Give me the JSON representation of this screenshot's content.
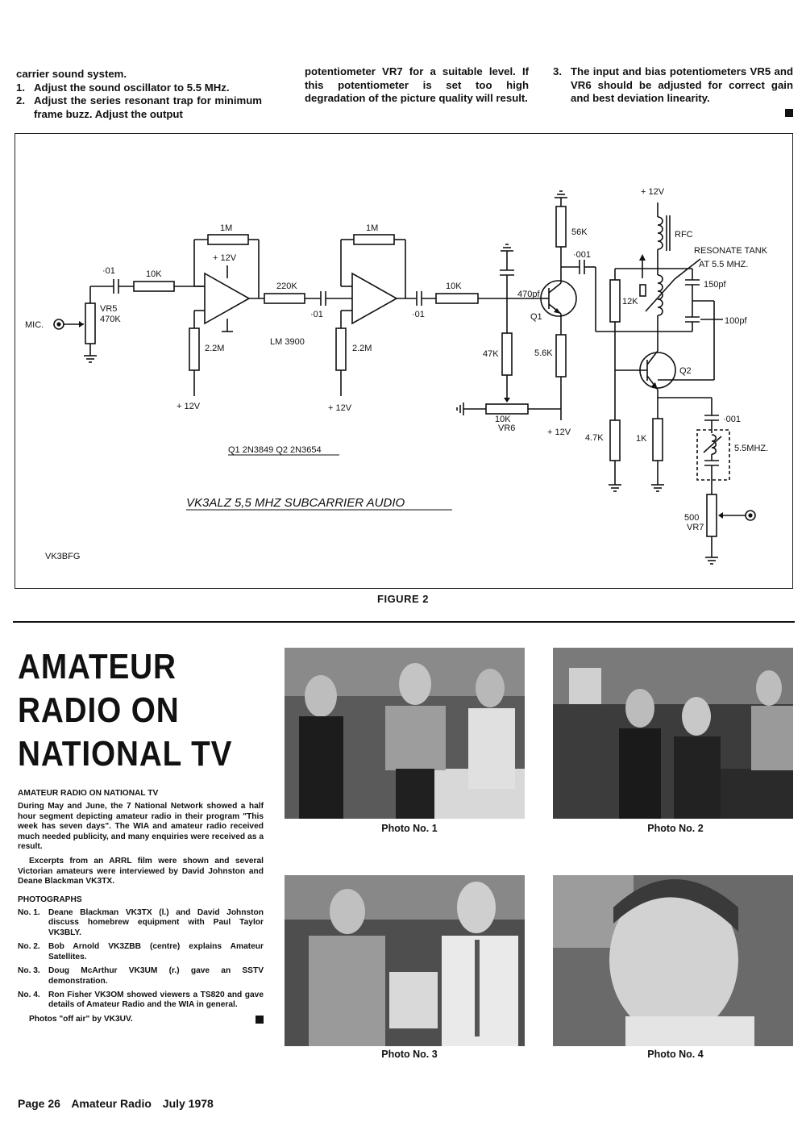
{
  "top_text": {
    "col1": {
      "line0": "carrier sound system.",
      "items": [
        {
          "n": "1.",
          "text": "Adjust the sound oscillator to 5.5 MHz."
        },
        {
          "n": "2.",
          "text": "Adjust the series resonant trap for minimum frame buzz. Adjust the output"
        }
      ]
    },
    "col2": "potentiometer VR7 for a suitable level. If this potentiometer is set too high degradation of the picture quality will result.",
    "col3": {
      "n": "3.",
      "text": "The input and bias potentiometers VR5 and VR6 should be adjusted for correct gain and best deviation linearity."
    }
  },
  "figure": {
    "caption": "FIGURE 2",
    "title": "VK3ALZ 5,5 MHZ  SUBCARRIER AUDIO",
    "credit": "VK3BFG",
    "transistors": "Q1  2N3849   Q2  2N3654",
    "labels": {
      "mic": "MIC.",
      "vr5": "VR5",
      "vr5_val": "470K",
      "c1": "·01",
      "r10k_a": "10K",
      "r1m_a": "1M",
      "v12_a": "+ 12V",
      "r2m2_a": "2.2M",
      "v12_b": "+ 12V",
      "r220k": "220K",
      "c2": "·01",
      "lm3900": "LM 3900",
      "r1m_b": "1M",
      "r2m2_b": "2.2M",
      "v12_c": "+ 12V",
      "c3": "·01",
      "r10k_b": "10K",
      "c470": "470pf",
      "r47k": "47K",
      "r10k_vr6": "10K",
      "vr6": "VR6",
      "r56k": "56K",
      "q1": "Q1",
      "r5k6": "5.6K",
      "v12_d": "+ 12V",
      "c001_a": "·001",
      "v12_top": "+ 12V",
      "rfc": "RFC",
      "resonate": "RESONATE TANK",
      "resonate2": "AT  5.5 MHZ.",
      "c150": "150pf",
      "c100": "100pf",
      "r12k": "12K",
      "q2": "Q2",
      "r4k7": "4.7K",
      "r1k": "1K",
      "c001_b": "·001",
      "l55": "5.5MHZ.",
      "r500": "500",
      "vr7": "VR7"
    }
  },
  "article": {
    "big_title": [
      "AMATEUR",
      "RADIO ON",
      "NATIONAL TV"
    ],
    "heading": "AMATEUR RADIO ON NATIONAL TV",
    "para1": "During May and June, the 7 National Network showed a half hour segment depicting amateur radio in their program \"This week has seven days\". The WIA and amateur radio received much needed publicity, and many enquiries were received as a result.",
    "para2": "Excerpts from an ARRL film were shown and several Victorian amateurs were interviewed by David Johnston and Deane Blackman VK3TX.",
    "photos_heading": "PHOTOGRAPHS",
    "photos": [
      {
        "n": "No. 1.",
        "text": "Deane Blackman VK3TX (l.) and David Johnston discuss homebrew equipment with Paul Taylor VK3BLY."
      },
      {
        "n": "No. 2.",
        "text": "Bob Arnold VK3ZBB (centre) explains Amateur Satellites."
      },
      {
        "n": "No. 3.",
        "text": "Doug McArthur VK3UM (r.) gave an SSTV demonstration."
      },
      {
        "n": "No. 4.",
        "text": "Ron Fisher VK3OM showed viewers a TS820 and gave details of Amateur Radio and the WIA in general."
      }
    ],
    "credit": "Photos \"off air\" by VK3UV."
  },
  "photo_captions": [
    "Photo No. 1",
    "Photo No. 2",
    "Photo No. 3",
    "Photo No. 4"
  ],
  "footer": {
    "page": "Page 26",
    "magazine": "Amateur Radio",
    "date": "July 1978"
  }
}
